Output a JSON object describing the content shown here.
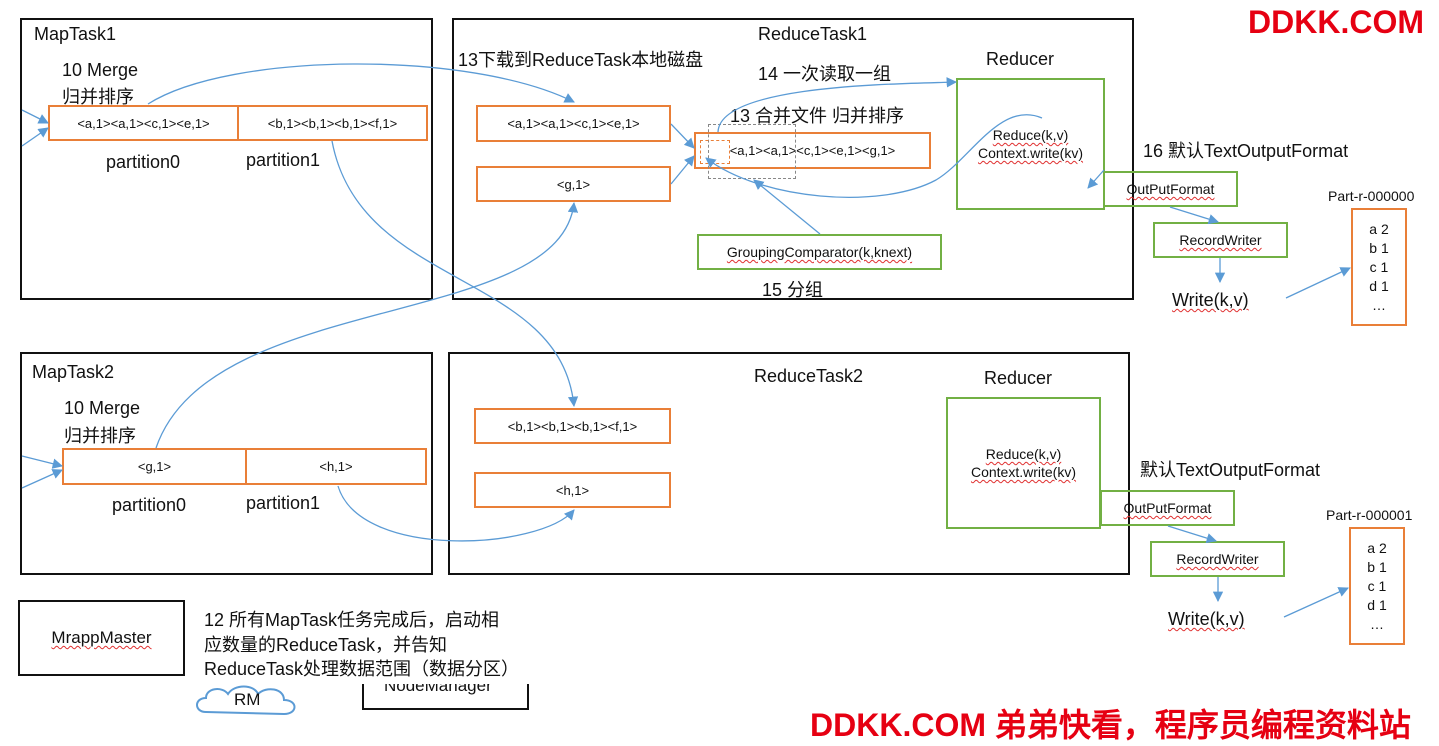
{
  "brand_top": "DDKK.COM",
  "brand_bottom": "DDKK.COM 弟弟快看，程序员编程资料站",
  "maptask1": {
    "title": "MapTask1",
    "merge_line1": "10 Merge",
    "merge_line2": "归并排序",
    "cell0": "<a,1><a,1><c,1><e,1>",
    "cell1": "<b,1><b,1><b,1><f,1>",
    "partition0": "partition0",
    "partition1": "partition1"
  },
  "maptask2": {
    "title": "MapTask2",
    "merge_line1": "10 Merge",
    "merge_line2": "归并排序",
    "cell0": "<g,1>",
    "cell1": "<h,1>",
    "partition0": "partition0",
    "partition1": "partition1"
  },
  "reducetask1": {
    "title": "ReduceTask1",
    "download_label": "13下载到ReduceTask本地磁盘",
    "read_group_label": "14 一次读取一组",
    "merge_label": "13 合并文件 归并排序",
    "box_a": "<a,1><a,1><c,1><e,1>",
    "box_g": "<g,1>",
    "merged": "<a,1><a,1><c,1><e,1><g,1>",
    "grouping": "GroupingComparator(k,knext)",
    "group_label": "15 分组",
    "reducer_title": "Reducer",
    "reduce_line1": "Reduce(k,v)",
    "reduce_line2": "Context.write(kv)"
  },
  "reducetask2": {
    "title": "ReduceTask2",
    "box_b": "<b,1><b,1><b,1><f,1>",
    "box_h": "<h,1>",
    "reducer_title": "Reducer",
    "reduce_line1": "Reduce(k,v)",
    "reduce_line2": "Context.write(kv)"
  },
  "output1": {
    "format_label": "16 默认TextOutputFormat",
    "outputformat": "OutPutFormat",
    "recordwriter": "RecordWriter",
    "write": "Write(k,v)",
    "file_name": "Part-r-000000",
    "file_lines": [
      "a 2",
      "b 1",
      "c 1",
      "d 1",
      "…"
    ]
  },
  "output2": {
    "format_label": "默认TextOutputFormat",
    "outputformat": "OutPutFormat",
    "recordwriter": "RecordWriter",
    "write": "Write(k,v)",
    "file_name": "Part-r-000001",
    "file_lines": [
      "a 2",
      "b 1",
      "c 1",
      "d 1",
      "…"
    ]
  },
  "master": {
    "name": "MrappMaster",
    "note_line1": "12 所有MapTask任务完成后，启动相",
    "note_line2": "应数量的ReduceTask，并告知",
    "note_line3": "ReduceTask处理数据范围（数据分区）"
  },
  "bottom": {
    "rm": "RM",
    "nodemanager": "NodeManager"
  },
  "colors": {
    "brand": "#e60012",
    "orange_box": "#e97f38",
    "green_box": "#72b044",
    "arrow": "#5b9bd5"
  }
}
